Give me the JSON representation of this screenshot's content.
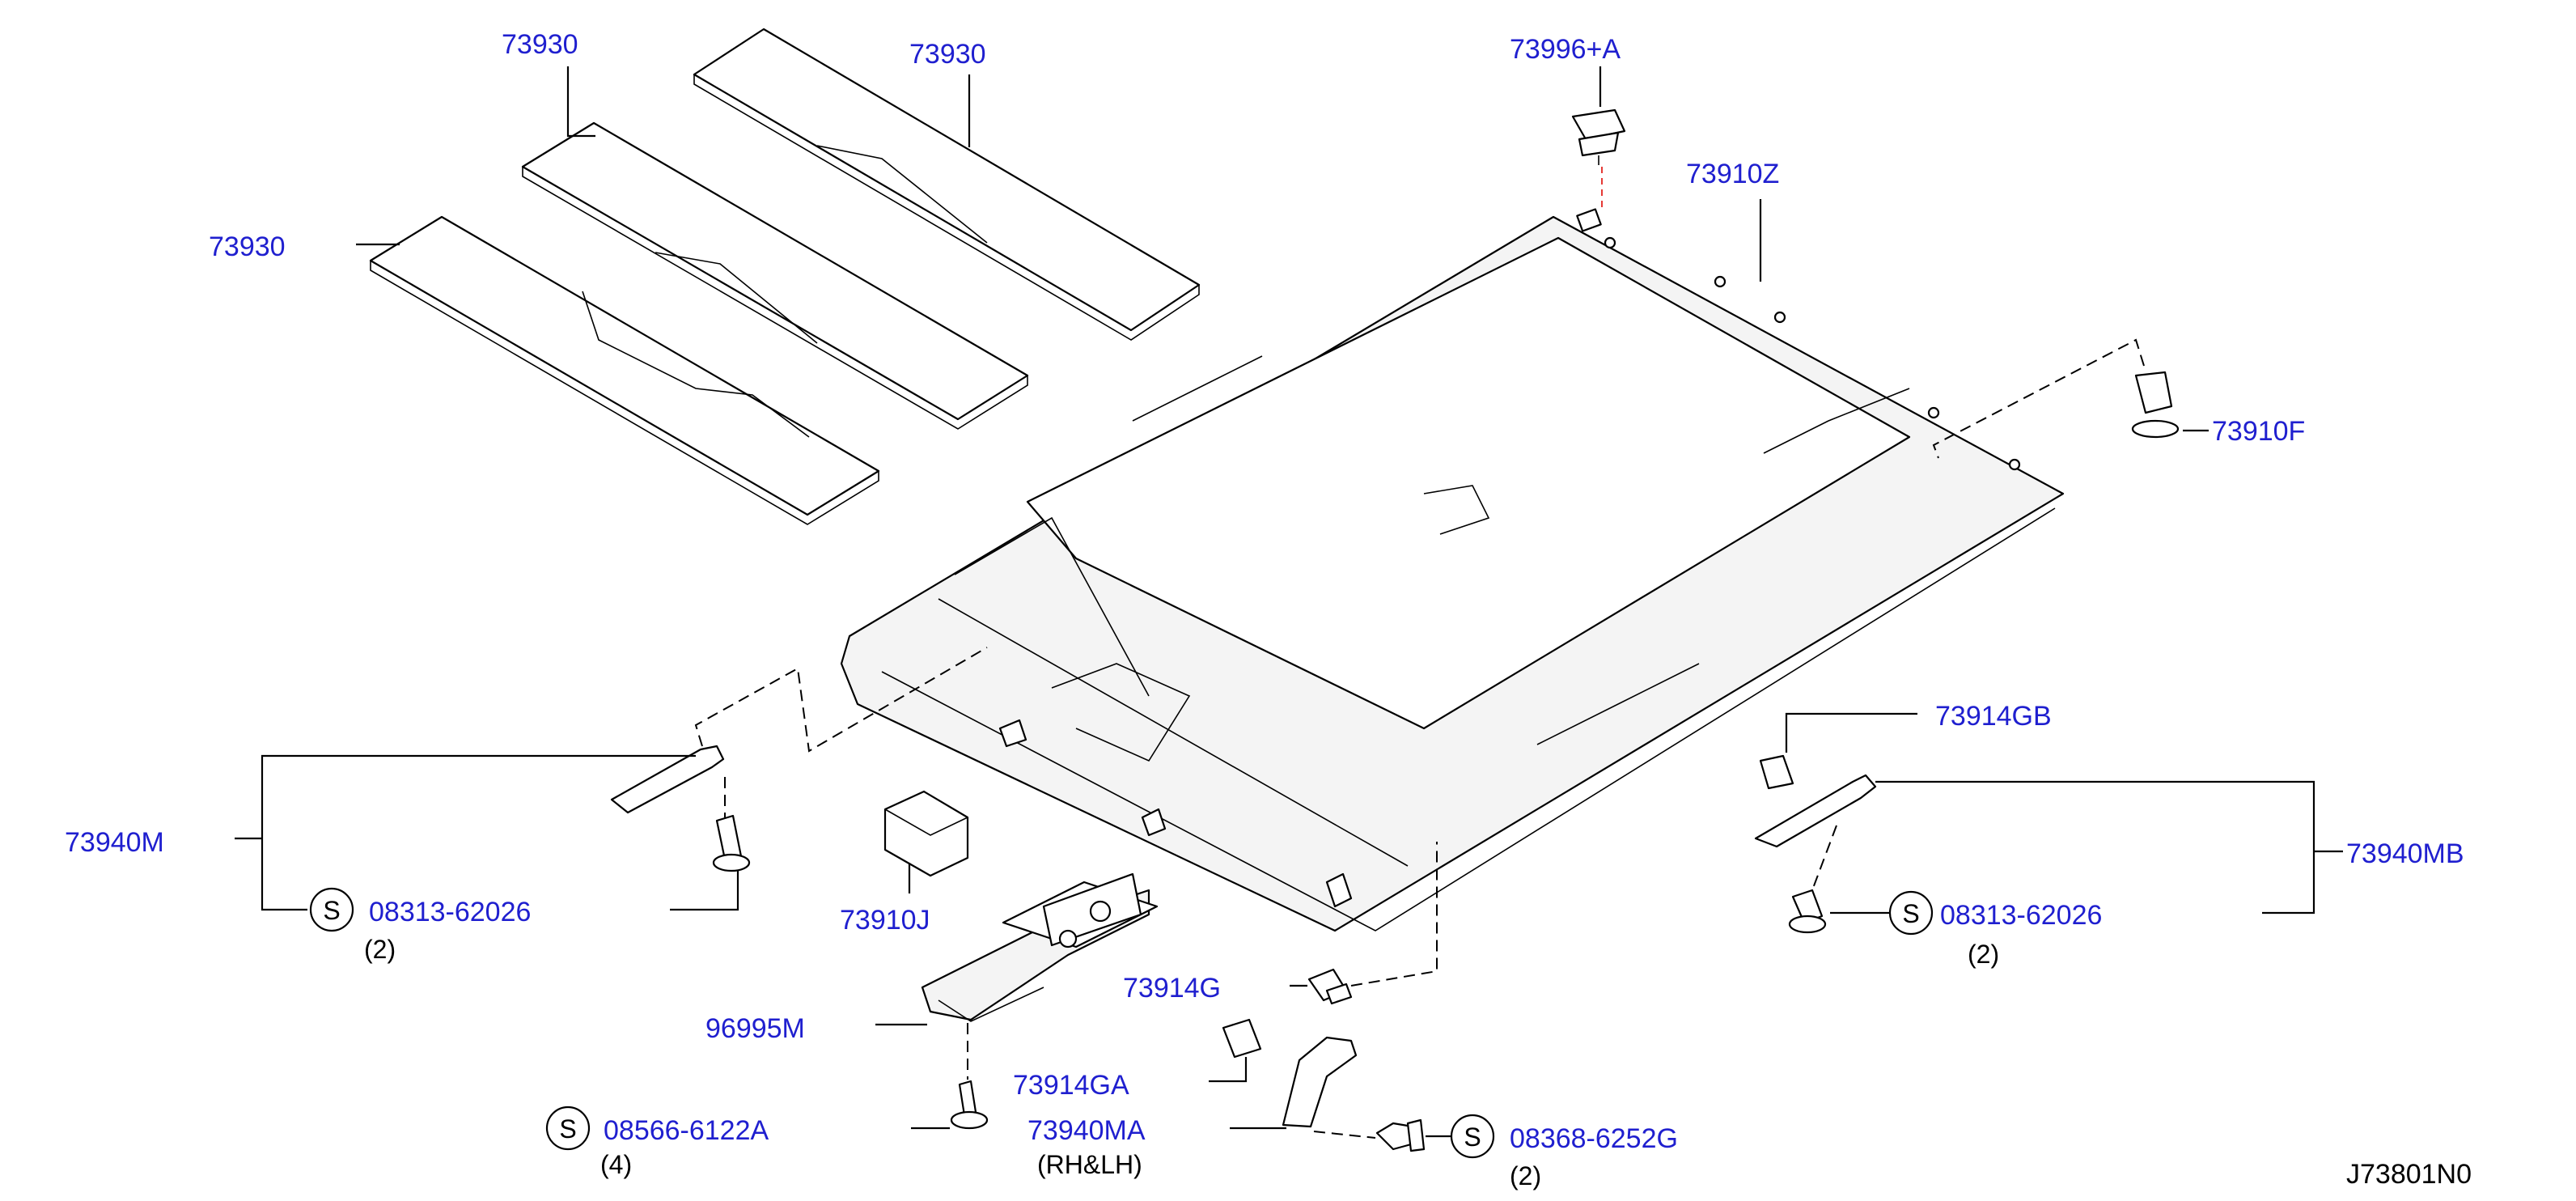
{
  "colors": {
    "label": "#1f1fcf",
    "line": "#000000",
    "alignment_dash": "#e53935"
  },
  "labels": {
    "l73930_a": "73930",
    "l73930_b": "73930",
    "l73930_c": "73930",
    "l73996a": "73996+A",
    "l73910z": "73910Z",
    "l73910f": "73910F",
    "l73914gb": "73914GB",
    "l73940mb": "73940MB",
    "l08313_r": "08313-62026",
    "q2_r": "(2)",
    "l73940m": "73940M",
    "l08313_l": "08313-62026",
    "q2_l": "(2)",
    "l73910j": "73910J",
    "l73914g": "73914G",
    "l96995m": "96995M",
    "l73914ga": "73914GA",
    "l08566": "08566-6122A",
    "q4": "(4)",
    "l73940ma": "73940MA",
    "rhlh": "(RH&LH)",
    "l08368": "08368-6252G",
    "q2_b": "(2)",
    "s_mark": "S",
    "ref": "J73801N0"
  }
}
